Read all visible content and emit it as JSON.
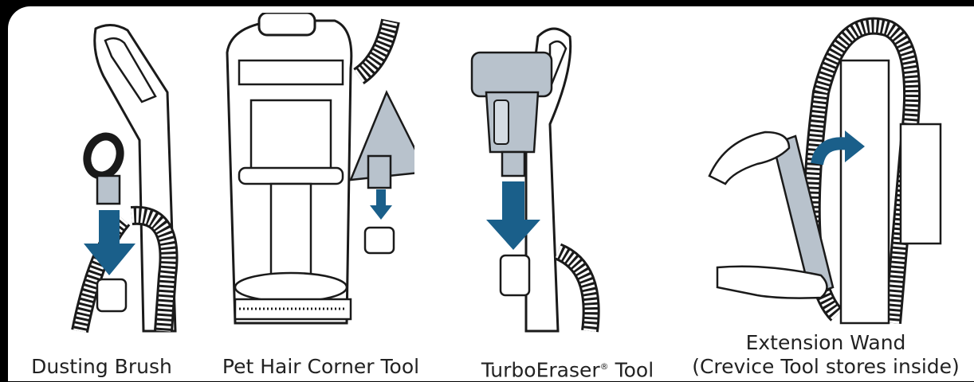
{
  "captions": {
    "dusting_brush": "Dusting Brush",
    "pet_hair_tool": "Pet Hair Corner Tool",
    "turbo_eraser_name": "TurboEraser",
    "turbo_eraser_mark": "®",
    "turbo_eraser_suffix": " Tool",
    "extension_wand_line1": "Extension Wand",
    "extension_wand_line2": "(Crevice Tool stores inside)"
  },
  "colors": {
    "arrow": "#1a5f8a",
    "tool_gray": "#b8c2cc",
    "line": "#1a1a1a"
  },
  "icons": {
    "down_arrow": "down-arrow-icon",
    "curved_arrow": "curved-arrow-icon"
  }
}
